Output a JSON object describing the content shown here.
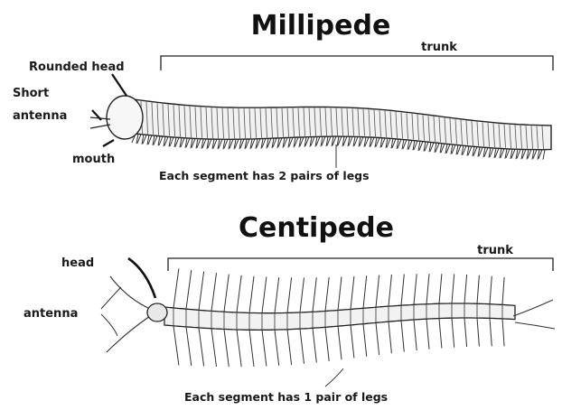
{
  "millipede": {
    "title": "Millipede",
    "labels": {
      "trunk": "trunk",
      "rounded_head": "Rounded head",
      "short": "Short",
      "antenna": "antenna",
      "mouth": "mouth",
      "segment_note": "Each segment has 2 pairs of legs"
    }
  },
  "centipede": {
    "title": "Centipede",
    "labels": {
      "trunk": "trunk",
      "head": "head",
      "antenna": "antenna",
      "segment_note": "Each segment has 1 pair of legs"
    }
  },
  "colors": {
    "ink": "#1a1a1a",
    "body_fill": "#f2f2f2"
  }
}
